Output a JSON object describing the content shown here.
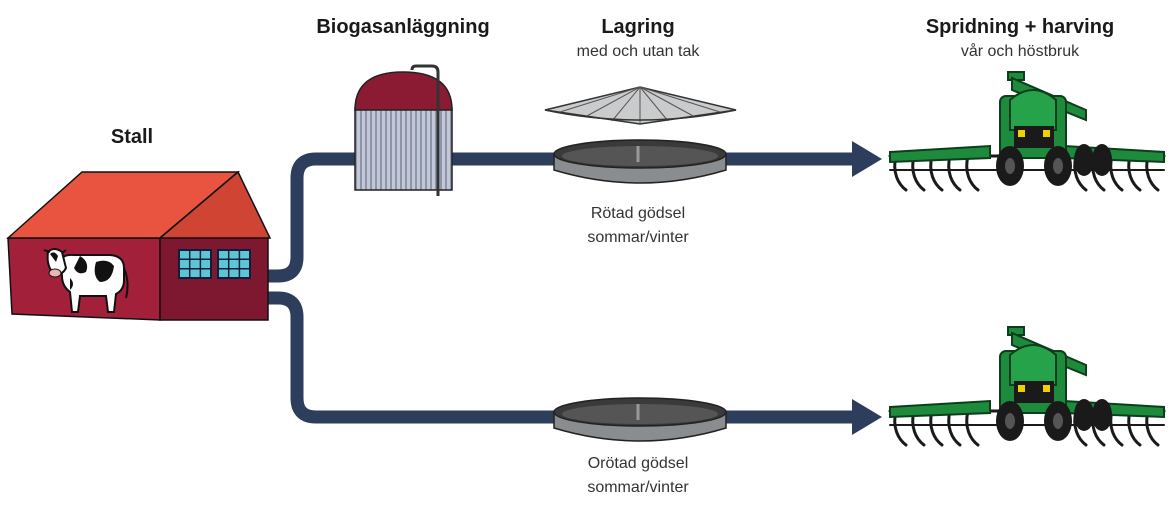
{
  "labels": {
    "stall": "Stall",
    "biogas": "Biogasanläggning",
    "lagring": "Lagring",
    "lagring_sub": "med och utan tak",
    "spridning": "Spridning + harving",
    "spridning_sub": "vår och höstbruk",
    "rotad_line1": "Rötad gödsel",
    "rotad_line2": "sommar/vinter",
    "orotad_line1": "Orötad gödsel",
    "orotad_line2": "sommar/vinter"
  },
  "colors": {
    "pipe": "#2c3e5c",
    "barn_wall": "#a3203a",
    "barn_roof": "#e8543f",
    "digester_dome": "#8b1a33",
    "digester_body": "#b6bccb",
    "tank": "#8a8d8f",
    "tractor": "#1e8a3c"
  },
  "icons": [
    "barn-icon",
    "cow-icon",
    "biogas-digester-icon",
    "storage-roof-icon",
    "storage-tank-icon",
    "spreader-tractor-icon"
  ]
}
